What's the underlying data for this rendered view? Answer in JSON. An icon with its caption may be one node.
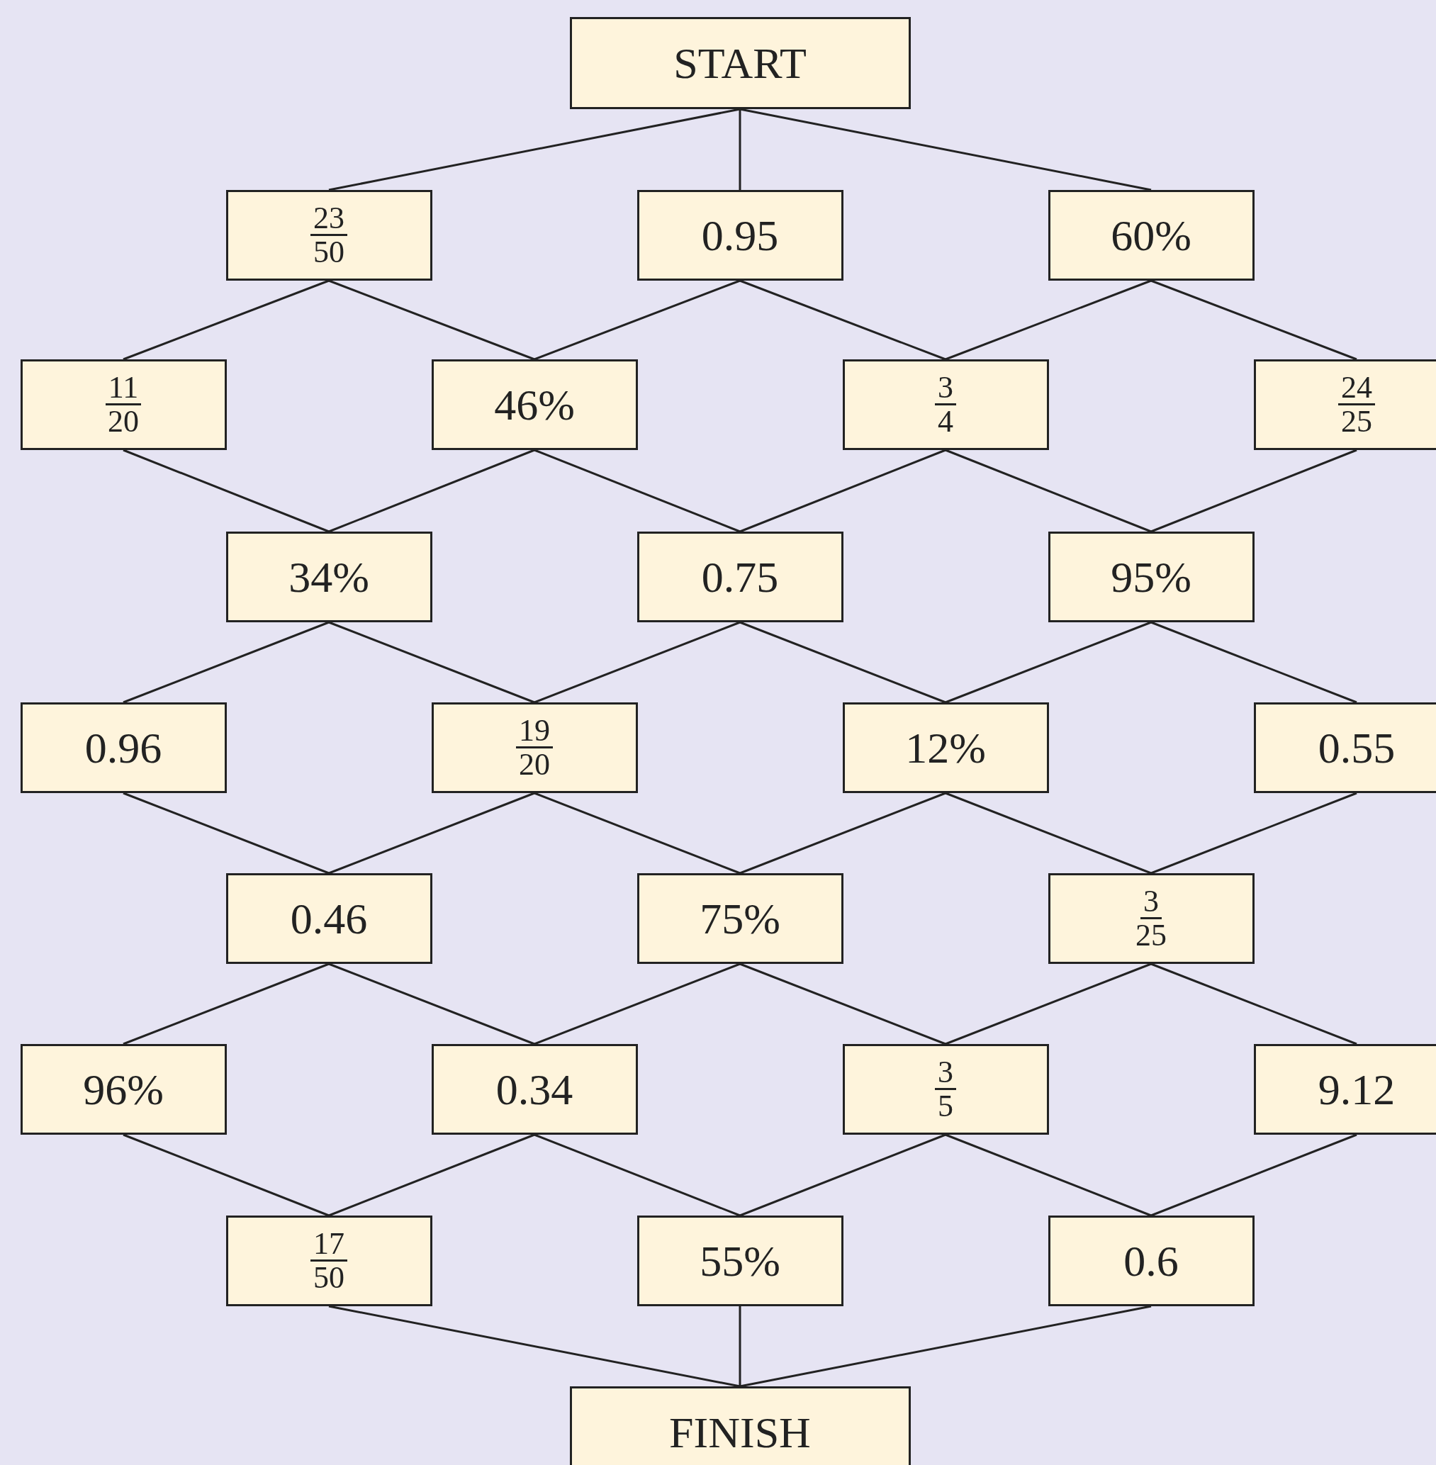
{
  "diagram": {
    "nodes": [
      {
        "text": [
          "START"
        ]
      },
      {
        "text": [
          "23",
          "50"
        ]
      },
      {
        "text": [
          "0.95"
        ]
      },
      {
        "text": [
          "60%"
        ]
      },
      {
        "text": [
          "11",
          "20"
        ]
      },
      {
        "text": [
          "46%"
        ]
      },
      {
        "text": [
          "3",
          "4"
        ]
      },
      {
        "text": [
          "24",
          "25"
        ]
      },
      {
        "text": [
          "34%"
        ]
      },
      {
        "text": [
          "0.75"
        ]
      },
      {
        "text": [
          "95%"
        ]
      },
      {
        "text": [
          "0.96"
        ]
      },
      {
        "text": [
          "19",
          "20"
        ]
      },
      {
        "text": [
          "12%"
        ]
      },
      {
        "text": [
          "0.55"
        ]
      },
      {
        "text": [
          "0.46"
        ]
      },
      {
        "text": [
          "75%"
        ]
      },
      {
        "text": [
          "3",
          "25"
        ]
      },
      {
        "text": [
          "96%"
        ]
      },
      {
        "text": [
          "0.34"
        ]
      },
      {
        "text": [
          "3",
          "5"
        ]
      },
      {
        "text": [
          "9.12"
        ]
      },
      {
        "text": [
          "17",
          "50"
        ]
      },
      {
        "text": [
          "55%"
        ]
      },
      {
        "text": [
          "0.6"
        ]
      },
      {
        "text": [
          "FINISH"
        ]
      }
    ],
    "edges": [
      {
        "from": 0,
        "to": 1,
        "arrow": "none"
      },
      {
        "from": 0,
        "to": 2,
        "arrow": "none"
      },
      {
        "from": 0,
        "to": 3,
        "arrow": "none"
      },
      {
        "from": 1,
        "to": 4,
        "arrow": "none"
      },
      {
        "from": 1,
        "to": 5,
        "arrow": "none"
      },
      {
        "from": 2,
        "to": 5,
        "arrow": "none"
      },
      {
        "from": 2,
        "to": 6,
        "arrow": "none"
      },
      {
        "from": 3,
        "to": 6,
        "arrow": "none"
      },
      {
        "from": 3,
        "to": 7,
        "arrow": "none"
      },
      {
        "from": 4,
        "to": 8,
        "arrow": "none"
      },
      {
        "from": 5,
        "to": 8,
        "arrow": "none"
      },
      {
        "from": 5,
        "to": 9,
        "arrow": "none"
      },
      {
        "from": 6,
        "to": 9,
        "arrow": "none"
      },
      {
        "from": 6,
        "to": 10,
        "arrow": "none"
      },
      {
        "from": 7,
        "to": 10,
        "arrow": "none"
      },
      {
        "from": 8,
        "to": 11,
        "arrow": "none"
      },
      {
        "from": 8,
        "to": 12,
        "arrow": "none"
      },
      {
        "from": 9,
        "to": 12,
        "arrow": "none"
      },
      {
        "from": 9,
        "to": 13,
        "arrow": "none"
      },
      {
        "from": 10,
        "to": 13,
        "arrow": "none"
      },
      {
        "from": 10,
        "to": 14,
        "arrow": "none"
      },
      {
        "from": 11,
        "to": 15,
        "arrow": "none"
      },
      {
        "from": 12,
        "to": 15,
        "arrow": "none"
      },
      {
        "from": 12,
        "to": 16,
        "arrow": "none"
      },
      {
        "from": 13,
        "to": 16,
        "arrow": "none"
      },
      {
        "from": 13,
        "to": 17,
        "arrow": "none"
      },
      {
        "from": 14,
        "to": 17,
        "arrow": "none"
      },
      {
        "from": 15,
        "to": 18,
        "arrow": "none"
      },
      {
        "from": 15,
        "to": 19,
        "arrow": "none"
      },
      {
        "from": 16,
        "to": 19,
        "arrow": "none"
      },
      {
        "from": 16,
        "to": 20,
        "arrow": "none"
      },
      {
        "from": 17,
        "to": 20,
        "arrow": "none"
      },
      {
        "from": 17,
        "to": 21,
        "arrow": "none"
      },
      {
        "from": 18,
        "to": 22,
        "arrow": "none"
      },
      {
        "from": 19,
        "to": 22,
        "arrow": "none"
      },
      {
        "from": 19,
        "to": 23,
        "arrow": "none"
      },
      {
        "from": 20,
        "to": 23,
        "arrow": "none"
      },
      {
        "from": 20,
        "to": 24,
        "arrow": "none"
      },
      {
        "from": 21,
        "to": 24,
        "arrow": "none"
      },
      {
        "from": 22,
        "to": 25,
        "arrow": "none"
      },
      {
        "from": 23,
        "to": 25,
        "arrow": "none"
      },
      {
        "from": 24,
        "to": 25,
        "arrow": "none"
      }
    ]
  }
}
